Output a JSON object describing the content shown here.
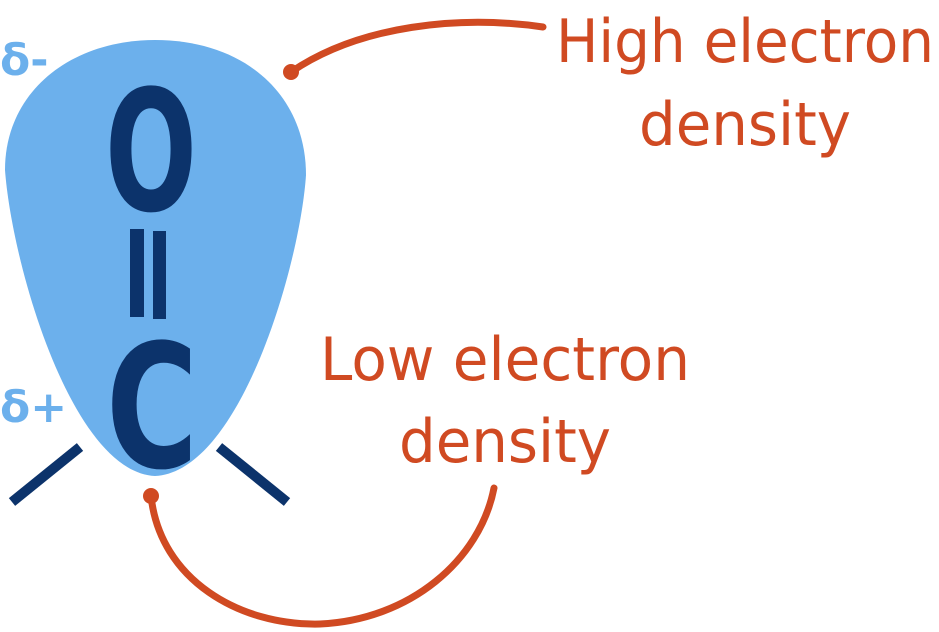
{
  "colors": {
    "cloud": "#6cb0ec",
    "bond": "#0c336b",
    "annotation": "#d04a22"
  },
  "atoms": {
    "top": "O",
    "bottom": "C"
  },
  "charges": {
    "top": "δ-",
    "bottom": "δ+"
  },
  "labels": {
    "high": {
      "line1": "High electron",
      "line2": "density"
    },
    "low": {
      "line1": "Low electron",
      "line2": "density"
    }
  }
}
